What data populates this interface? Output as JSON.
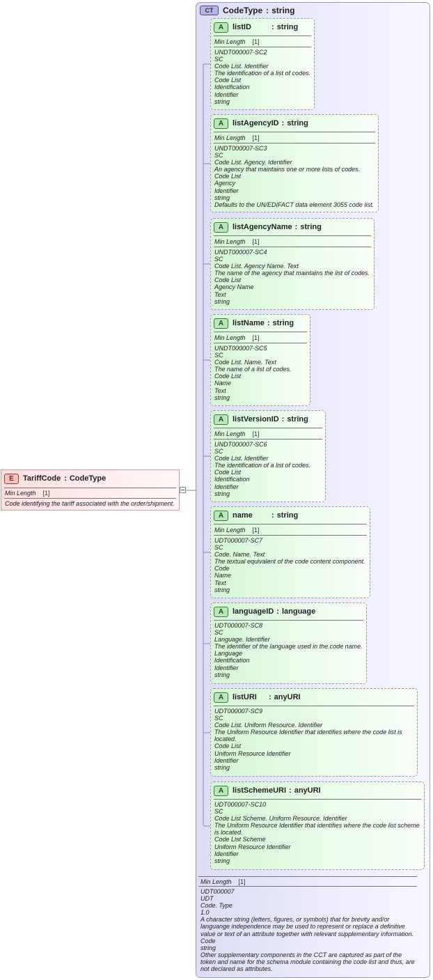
{
  "complex_type": {
    "badge": "CT",
    "name": "CodeType",
    "separator": ":",
    "base_type": "string"
  },
  "element": {
    "badge": "E",
    "name": "TariffCode",
    "separator": ":",
    "type": "CodeType",
    "facet_label": "Min Length",
    "facet_value": "[1]",
    "doc": "Code identifying the tariff associated with the order/shipment."
  },
  "attributes": [
    {
      "badge": "A",
      "name": "listID",
      "separator": ":",
      "type": "string",
      "facet_label": "Min Length",
      "facet_value": "[1]",
      "doc": [
        "UNDT000007-SC2",
        "SC",
        "Code List. Identifier",
        "The identification of a list of codes.",
        "Code List",
        "Identification",
        "Identifier",
        "string"
      ]
    },
    {
      "badge": "A",
      "name": "listAgencyID",
      "separator": ":",
      "type": "string",
      "facet_label": "Min Length",
      "facet_value": "[1]",
      "doc": [
        "UNDT000007-SC3",
        "SC",
        "Code List. Agency. Identifier",
        "An agency that maintains one or more lists of codes.",
        "Code List",
        "Agency",
        "Identifier",
        "string",
        "Defaults to the UN/EDIFACT data element 3055 code list."
      ]
    },
    {
      "badge": "A",
      "name": "listAgencyName",
      "separator": ":",
      "type": "string",
      "facet_label": "Min Length",
      "facet_value": "[1]",
      "doc": [
        "UNDT000007-SC4",
        "SC",
        "Code List. Agency Name. Text",
        "The name of the agency that maintains the list of codes.",
        "Code List",
        "Agency Name",
        "Text",
        "string"
      ]
    },
    {
      "badge": "A",
      "name": "listName",
      "separator": ":",
      "type": "string",
      "facet_label": "Min Length",
      "facet_value": "[1]",
      "doc": [
        "UNDT000007-SC5",
        "SC",
        "Code List. Name. Text",
        "The name of a list of codes.",
        "Code List",
        "Name",
        "Text",
        "string"
      ]
    },
    {
      "badge": "A",
      "name": "listVersionID",
      "separator": ":",
      "type": "string",
      "facet_label": "Min Length",
      "facet_value": "[1]",
      "doc": [
        "UNDT000007-SC6",
        "SC",
        "Code List. Identifier",
        "The identification of a list of codes.",
        "Code List",
        "Identification",
        "Identifier",
        "string"
      ]
    },
    {
      "badge": "A",
      "name": "name",
      "separator": ":",
      "type": "string",
      "facet_label": "Min Length",
      "facet_value": "[1]",
      "doc": [
        "UDT000007-SC7",
        "SC",
        "Code. Name. Text",
        "The textual equivalent of the code content component.",
        "Code",
        "Name",
        "Text",
        "string"
      ]
    },
    {
      "badge": "A",
      "name": "languageID",
      "separator": ":",
      "type": "language",
      "doc": [
        "UDT000007-SC8",
        "SC",
        "Language. Identifier",
        "The identifier of the language used in the code name.",
        "Language",
        "Identification",
        "Identifier",
        "string"
      ]
    },
    {
      "badge": "A",
      "name": "listURI",
      "separator": ":",
      "type": "anyURI",
      "doc": [
        "UDT000007-SC9",
        "SC",
        "Code List. Uniform Resource. Identifier",
        "The Uniform Resource Identifier that identifies where the code list is located.",
        "Code List",
        "Uniform Resource Identifier",
        "Identifier",
        "string"
      ]
    },
    {
      "badge": "A",
      "name": "listSchemeURI",
      "separator": ":",
      "type": "anyURI",
      "doc": [
        "UDT000007-SC10",
        "SC",
        "Code List Scheme. Uniform Resource. Identifier",
        "The Uniform Resource Identifier that identifies where the code list scheme is located.",
        "Code List Scheme",
        "Uniform Resource Identifier",
        "Identifier",
        "string"
      ]
    }
  ],
  "footer": {
    "facet_label": "Min Length",
    "facet_value": "[1]",
    "doc": [
      "UDT000007",
      "UDT",
      "Code. Type",
      "1.0",
      "A character string (letters, figures, or symbols) that for brevity and/or languange independence may be used to represent or replace a definitive value or text of an attribute together with relevant supplementary information.",
      "Code",
      "string",
      "Other supplementary components in the CCT are captured as part of the token and name for the schema module containing the code list and thus, are not declared as attributes."
    ]
  }
}
